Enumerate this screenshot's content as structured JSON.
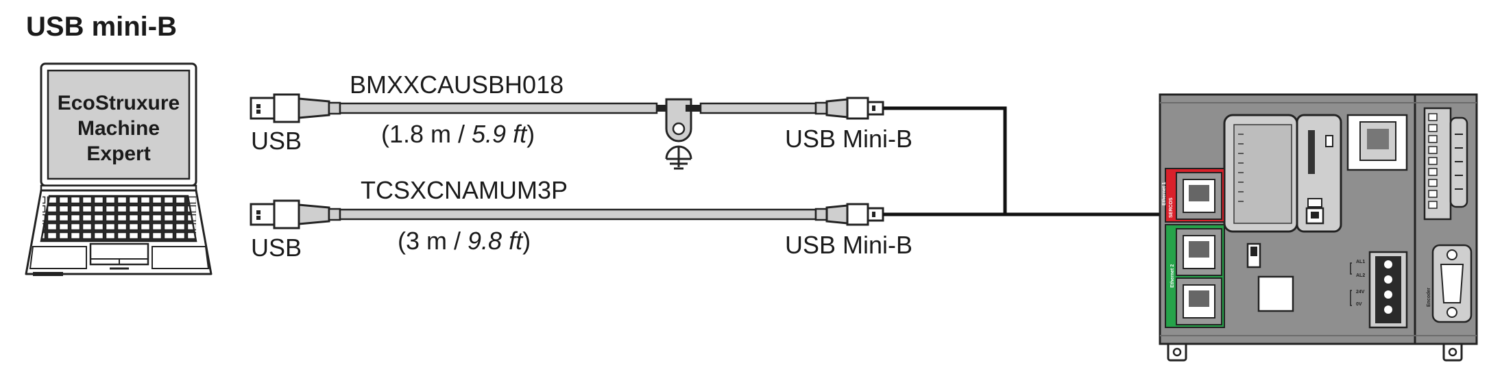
{
  "diagram": {
    "title": "USB mini-B",
    "laptop": {
      "software_lines": [
        "EcoStruxure",
        "Machine",
        "Expert"
      ]
    },
    "cables": [
      {
        "part_number": "BMXXCAUSBH018",
        "length_prefix": "(1.8 m / ",
        "length_ft": "5.9 ft",
        "length_suffix": ")",
        "end_a_label": "USB",
        "end_b_label": "USB Mini-B",
        "has_ground_clamp": true
      },
      {
        "part_number": "TCSXCNAMUM3P",
        "length_prefix": "(3 m / ",
        "length_ft": "9.8 ft",
        "length_suffix": ")",
        "end_a_label": "USB",
        "end_b_label": "USB Mini-B",
        "has_ground_clamp": false
      }
    ],
    "controller": {
      "port_labels": {
        "ethernet1": "Ethernet 1",
        "sercos": "SERCOS",
        "ethernet2": "Ethernet 2",
        "encoder": "Encoder"
      },
      "terminal_labels": [
        "AL1",
        "AL2",
        "24V",
        "0V"
      ],
      "colors": {
        "body": "#8f8f8f",
        "body_dark": "#6b6b6b",
        "sercos_red": "#d9212b",
        "ethernet_green": "#26a34a"
      }
    }
  }
}
